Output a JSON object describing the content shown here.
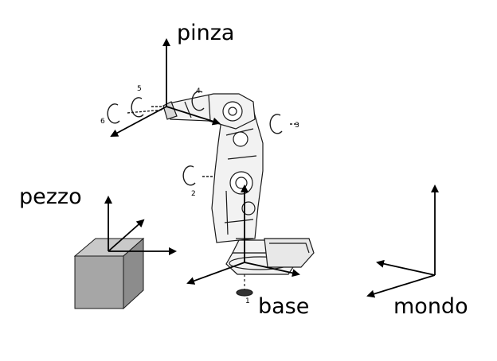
{
  "labels": {
    "pinza": "pinza",
    "pezzo": "pezzo",
    "base": "base",
    "mondo": "mondo"
  },
  "joints": {
    "j1": "1",
    "j2": "2",
    "j3": "3",
    "j4": "4",
    "j5": "5",
    "j6": "6"
  },
  "colors": {
    "ink": "#000000",
    "cube_front": "#a6a6a6",
    "cube_top": "#c9c9c9",
    "cube_side": "#8c8c8c",
    "robot_body": "#f2f2f2",
    "robot_edge": "#1a1a1a"
  }
}
